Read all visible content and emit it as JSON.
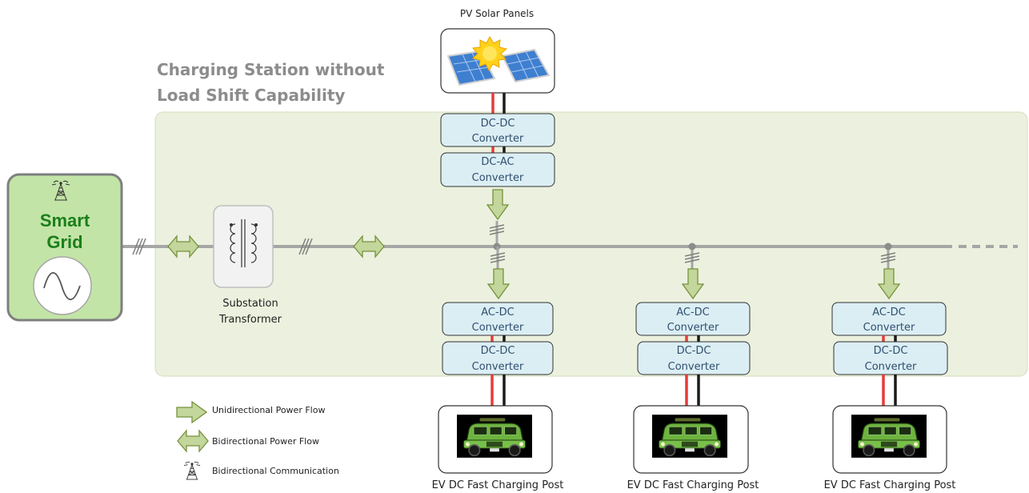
{
  "title_line1": "Charging Station without",
  "title_line2": "Load Shift Capability",
  "pv": {
    "label": "PV Solar Panels"
  },
  "smart_grid": {
    "line1": "Smart",
    "line2": "Grid"
  },
  "transformer": {
    "line1": "Substation",
    "line2": "Transformer"
  },
  "pv_converters": [
    {
      "line1": "DC-DC",
      "line2": "Converter"
    },
    {
      "line1": "DC-AC",
      "line2": "Converter"
    }
  ],
  "posts": [
    {
      "conv1": [
        "AC-DC",
        "Converter"
      ],
      "conv2": [
        "DC-DC",
        "Converter"
      ],
      "label": "EV DC Fast Charging Post"
    },
    {
      "conv1": [
        "AC-DC",
        "Converter"
      ],
      "conv2": [
        "DC-DC",
        "Converter"
      ],
      "label": "EV DC Fast Charging Post"
    },
    {
      "conv1": [
        "AC-DC",
        "Converter"
      ],
      "conv2": [
        "DC-DC",
        "Converter"
      ],
      "label": "EV DC Fast Charging Post"
    }
  ],
  "legend": {
    "unidirectional": "Unidirectional Power Flow",
    "bidirectional": "Bidirectional Power Flow",
    "communication": "Bidirectional Communication"
  },
  "colors": {
    "station_fill": "#ebf1de",
    "converter_fill": "#dbeef4",
    "arrow_fill": "#c3d69b",
    "grid_fill": "#c3e4a7",
    "bus_line": "#a6a6a6",
    "dc_positive": "#e83a3a",
    "dc_negative": "#1a1a1a"
  }
}
